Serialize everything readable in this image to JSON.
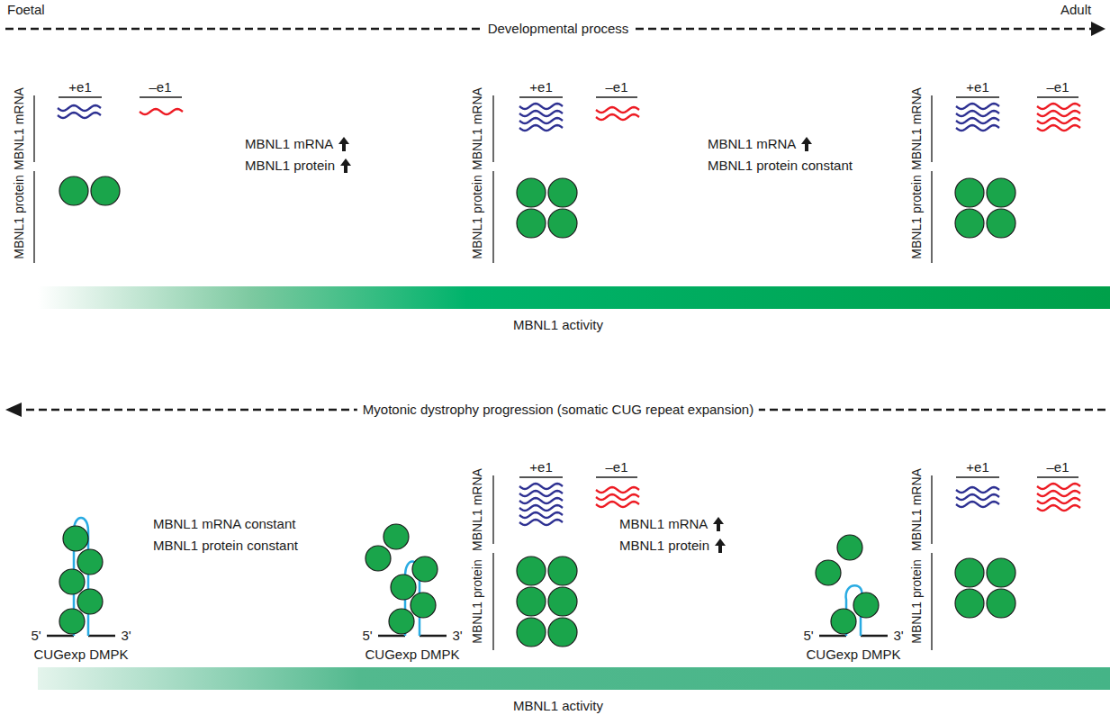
{
  "diagram": {
    "labels": [
      "Foetal",
      "Developmental process",
      "Adult",
      "+e1",
      "–e1",
      "MBNL1 mRNA",
      "MBNL1 protein",
      "MBNL1 mRNA",
      "MBNL1 protein",
      "+e1",
      "–e1",
      "MBNL1 mRNA",
      "MBNL1 protein",
      "MBNL1 mRNA",
      "MBNL1 protein constant",
      "+e1",
      "–e1",
      "MBNL1 mRNA",
      "MBNL1 protein",
      "MBNL1 activity",
      "Myotonic dystrophy progression (somatic CUG repeat expansion)",
      "5'",
      "3'",
      "CUGexp DMPK",
      "MBNL1 mRNA constant",
      "MBNL1 protein constant",
      "5'",
      "3'",
      "CUGexp DMPK",
      "+e1",
      "–e1",
      "MBNL1 mRNA",
      "MBNL1 protein",
      "MBNL1 mRNA",
      "MBNL1 protein",
      "5'",
      "3'",
      "CUGexp DMPK",
      "+e1",
      "–e1",
      "MBNL1 mRNA",
      "MBNL1 protein",
      "MBNL1 activity"
    ]
  }
}
